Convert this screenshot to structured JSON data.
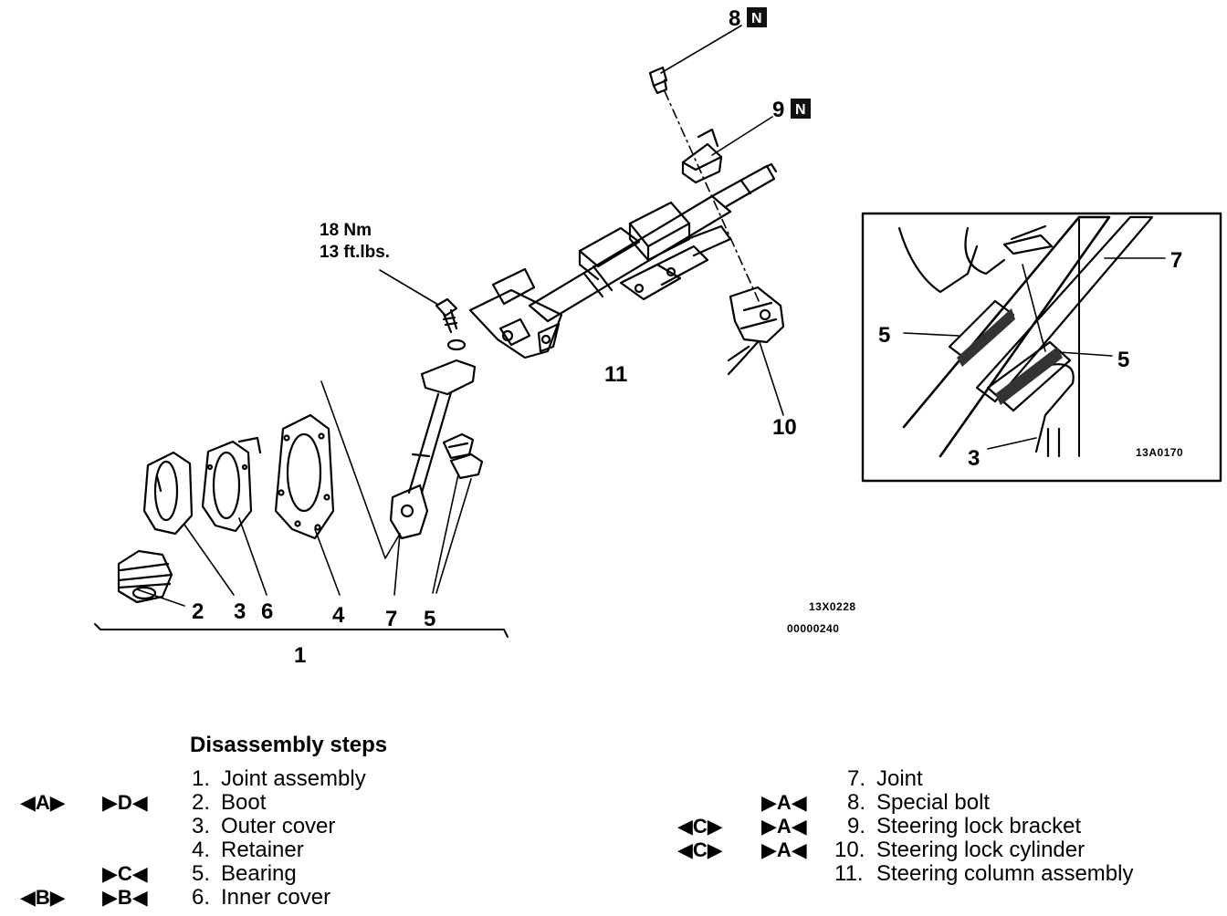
{
  "callouts": {
    "c1": "1",
    "c2": "2",
    "c3": "3",
    "c4": "4",
    "c5": "5",
    "c6": "6",
    "c7": "7",
    "c8": "8",
    "c9": "9",
    "c10": "10",
    "c11": "11",
    "n_mark": "N"
  },
  "torque": {
    "nm": "18 Nm",
    "ftlbs": "13 ft.lbs."
  },
  "figure_codes": {
    "main_a": "13X0228",
    "main_b": "00000240",
    "inset": "13A0170"
  },
  "inset_callouts": {
    "c7": "7",
    "c5_left": "5",
    "c5_right": "5",
    "c3": "3"
  },
  "steps": {
    "title": "Disassembly steps",
    "left": [
      {
        "num": "1.",
        "label": "Joint assembly",
        "mark1": "",
        "mark2": ""
      },
      {
        "num": "2.",
        "label": "Boot",
        "mark1": "◀A▶",
        "mark2": "▶D◀"
      },
      {
        "num": "3.",
        "label": "Outer cover",
        "mark1": "",
        "mark2": ""
      },
      {
        "num": "4.",
        "label": "Retainer",
        "mark1": "",
        "mark2": ""
      },
      {
        "num": "5.",
        "label": "Bearing",
        "mark1": "",
        "mark2": "▶C◀"
      },
      {
        "num": "6.",
        "label": "Inner cover",
        "mark1": "◀B▶",
        "mark2": "▶B◀"
      }
    ],
    "right": [
      {
        "num": "7.",
        "label": "Joint",
        "mark1": "",
        "mark2": ""
      },
      {
        "num": "8.",
        "label": "Special bolt",
        "mark1": "",
        "mark2": "▶A◀"
      },
      {
        "num": "9.",
        "label": "Steering lock bracket",
        "mark1": "◀C▶",
        "mark2": "▶A◀"
      },
      {
        "num": "10.",
        "label": "Steering lock cylinder",
        "mark1": "◀C▶",
        "mark2": "▶A◀"
      },
      {
        "num": "11.",
        "label": "Steering column assembly",
        "mark1": "",
        "mark2": ""
      }
    ]
  }
}
